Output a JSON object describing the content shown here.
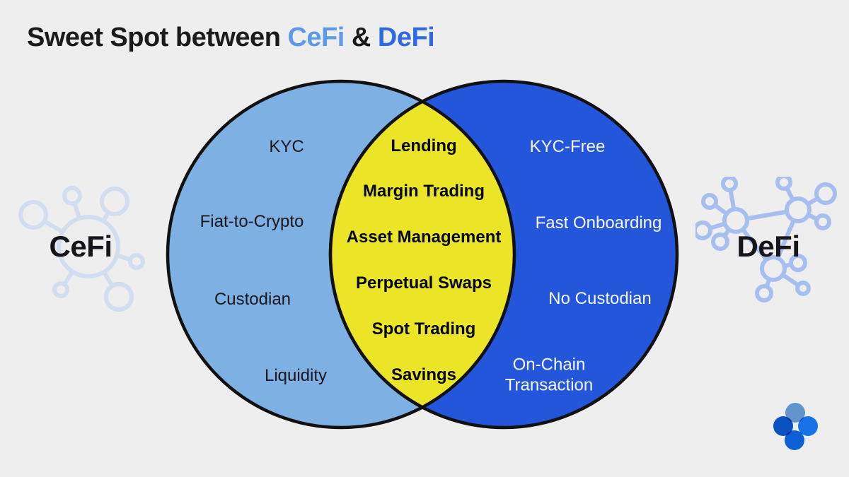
{
  "title": {
    "prefix": "Sweet Spot between ",
    "cefi": "CeFi",
    "ampersand": " & ",
    "defi": "DeFi"
  },
  "venn": {
    "left": {
      "label": "CeFi",
      "items": [
        "KYC",
        "Fiat-to-Crypto",
        "Custodian",
        "Liquidity"
      ]
    },
    "overlap": {
      "items": [
        "Lending",
        "Margin Trading",
        "Asset Management",
        "Perpetual Swaps",
        "Spot Trading",
        "Savings"
      ]
    },
    "right": {
      "label": "DeFi",
      "items": [
        "KYC-Free",
        "Fast Onboarding",
        "No Custodian",
        "On-Chain Transaction"
      ]
    }
  },
  "icons": {
    "left": "centralized-network-icon",
    "right": "distributed-network-icon",
    "logo": "okx-logo"
  },
  "colors": {
    "background": "#eeeeee",
    "left_circle": "#7fb0e4",
    "right_circle": "#2356da",
    "overlap": "#ece426",
    "outline": "#111111",
    "title_cefi": "#5b9ae9",
    "title_defi": "#2f6ae4",
    "left_text": "#17181c",
    "right_text": "#f4f7fc",
    "icon_left_stroke": "#d2ddee",
    "icon_right_stroke": "#a7bfee",
    "logo_top": "#69a0da",
    "logo_left": "#0b57d0",
    "logo_right": "#1b7bf7",
    "logo_bottom": "#0d67e2"
  }
}
